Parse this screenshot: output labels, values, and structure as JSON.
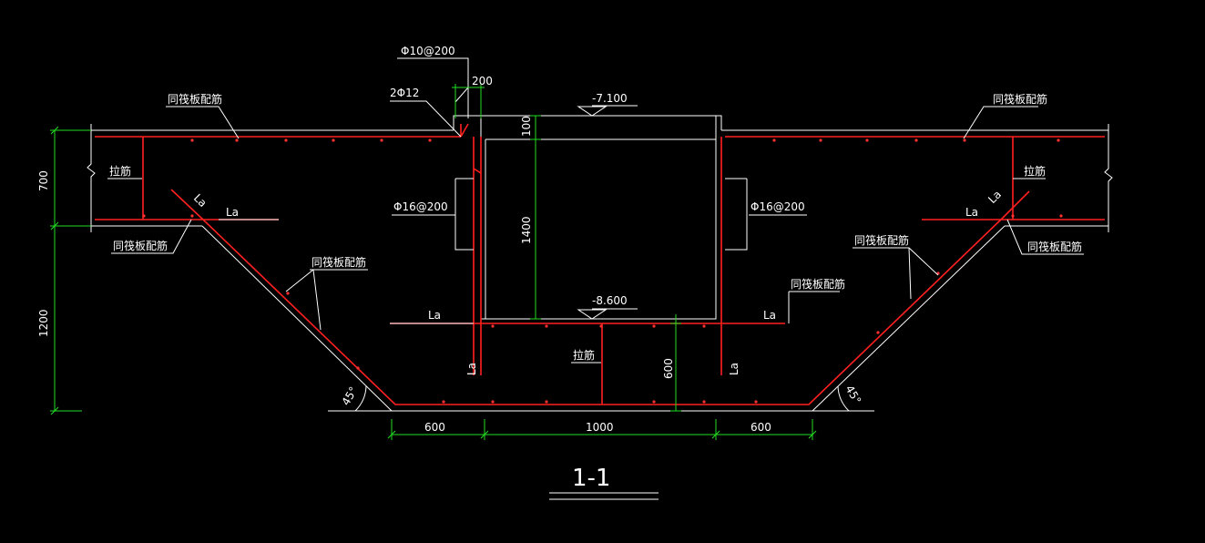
{
  "labels": {
    "top_bar": "Φ10@200",
    "top_2phi": "2Φ12",
    "wall_bar_left": "Φ16@200",
    "wall_bar_right": "Φ16@200",
    "same_left_top": "同筏板配筋",
    "same_right_top": "同筏板配筋",
    "same_left_bottom": "同筏板配筋",
    "same_right_bottom": "同筏板配筋",
    "same_left_slope": "同筏板配筋",
    "same_right_slope": "同筏板配筋",
    "same_pit_right": "同筏板配筋",
    "tie_left": "拉筋",
    "tie_right": "拉筋",
    "tie_center": "拉筋",
    "la": "La",
    "angle": "45°",
    "section_title": "1-1"
  },
  "elevations": {
    "top": "-7.100",
    "bottom": "-8.600"
  },
  "dimensions": {
    "top_200": "200",
    "d100": "100",
    "d1400": "1400",
    "d600_vertical": "600",
    "left_700": "700",
    "left_1200": "1200",
    "bottom_600_left": "600",
    "bottom_1000": "1000",
    "bottom_600_right": "600"
  },
  "colors": {
    "background": "#000000",
    "outline": "#ffffff",
    "rebar": "#ff2020",
    "dimension": "#22dd22"
  }
}
